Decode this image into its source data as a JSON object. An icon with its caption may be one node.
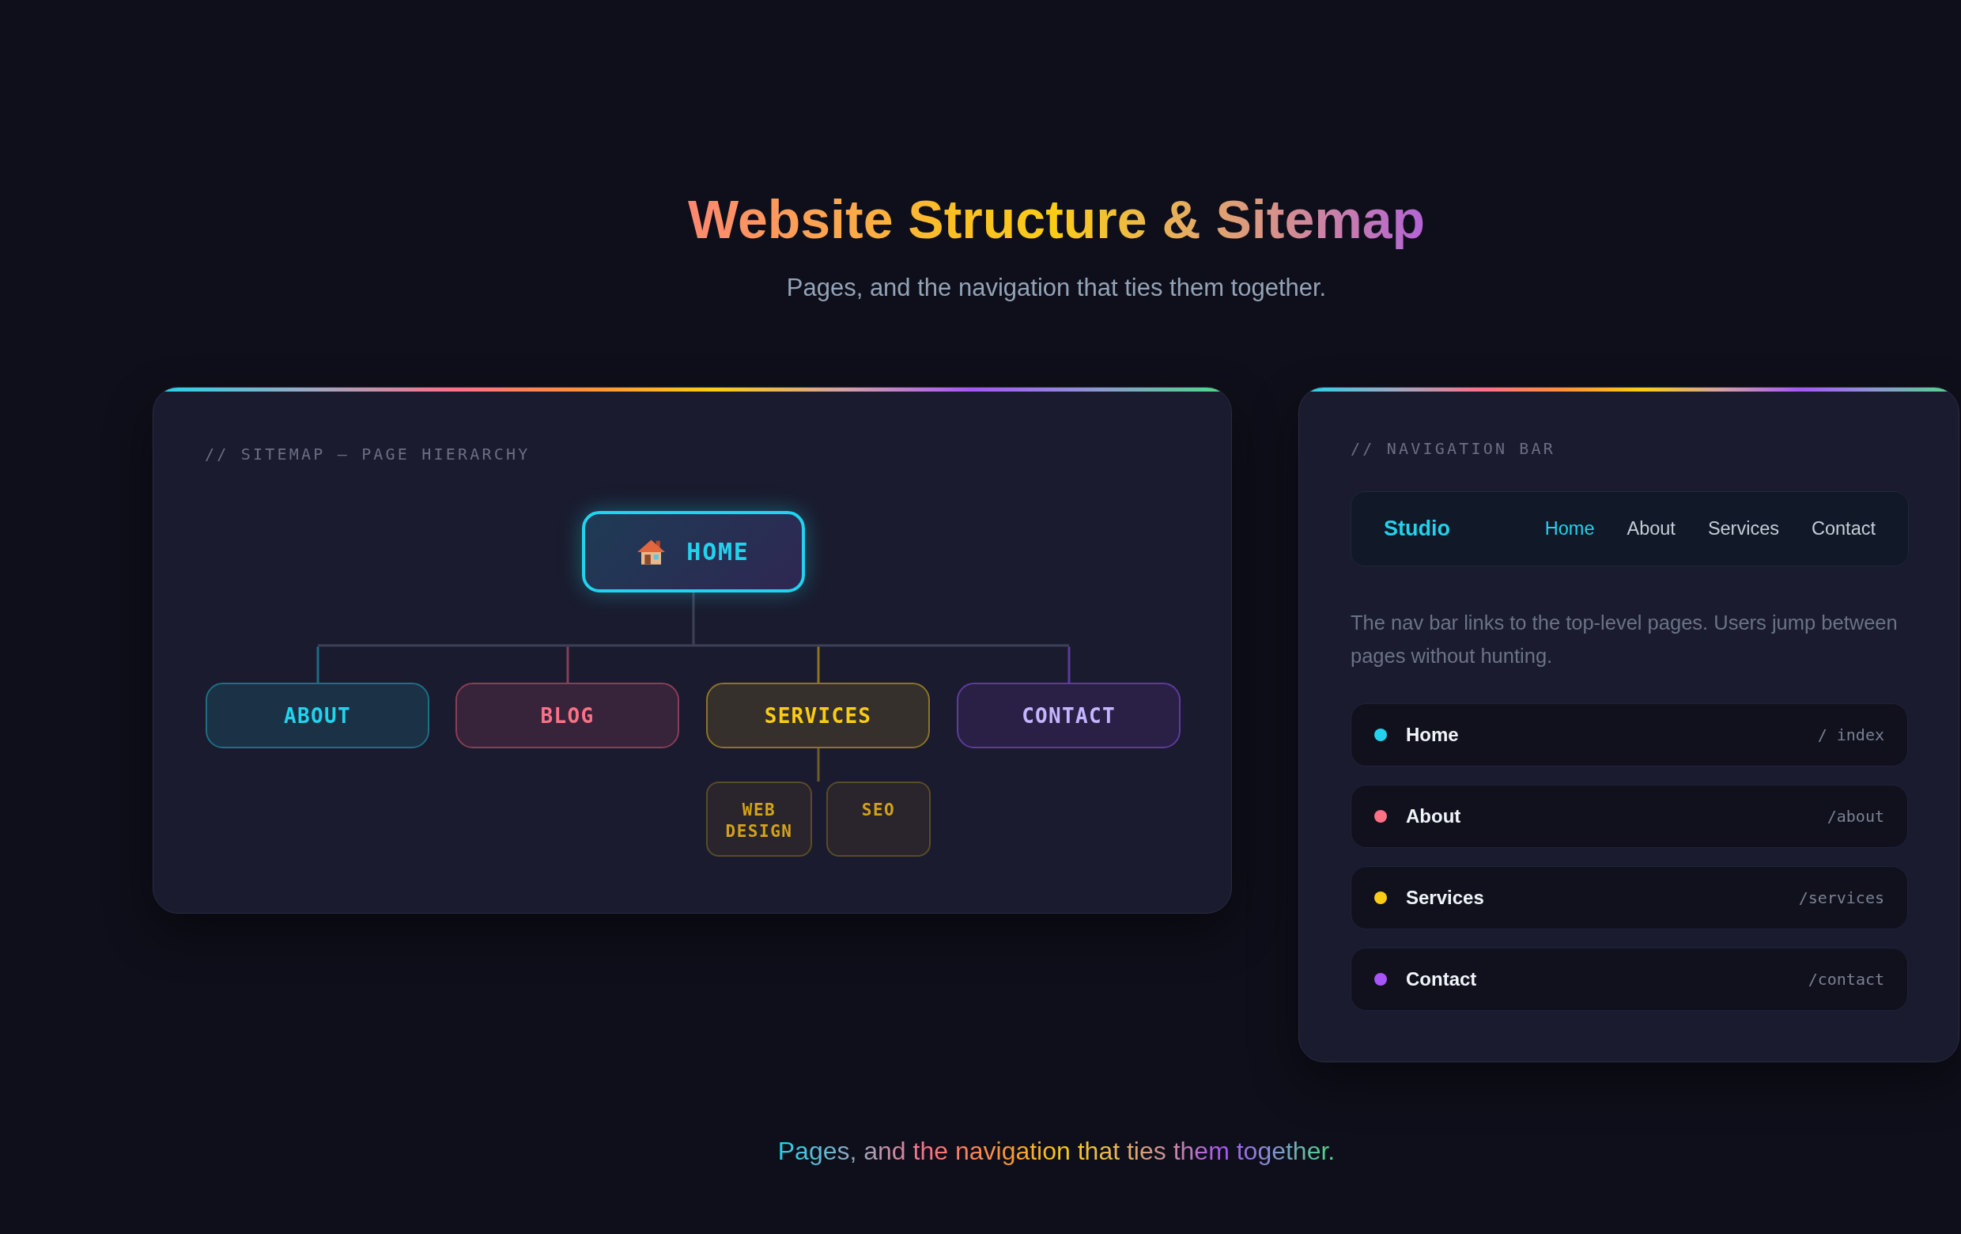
{
  "diagram": {
    "title": "Website Structure & Sitemap",
    "nodes": [
      {
        "text": [
          "// SITEMAP — PAGE HIERARCHY"
        ]
      },
      {
        "text": [
          "HOME"
        ],
        "in": 0
      },
      {
        "text": [
          "ABOUT"
        ],
        "in": 0
      },
      {
        "text": [
          "BLOG"
        ],
        "in": 0
      },
      {
        "text": [
          "SERVICES"
        ],
        "in": 0
      },
      {
        "text": [
          "CONTACT"
        ],
        "in": 0
      },
      {
        "text": [
          "WEB DESIGN"
        ],
        "in": 0
      },
      {
        "text": [
          "SEO"
        ],
        "in": 0
      },
      {
        "text": [
          "// NAVIGATION BAR",
          "The nav bar links to the top-level pages. Users jump between pages without hunting."
        ]
      },
      {
        "text": [
          "Studio",
          "Home",
          "About",
          "Services",
          "Contact"
        ],
        "in": 8
      },
      {
        "text": [
          "Home",
          "/ index"
        ],
        "in": 8
      },
      {
        "text": [
          "About",
          "/about"
        ],
        "in": 8
      },
      {
        "text": [
          "Services",
          "/services"
        ],
        "in": 8
      },
      {
        "text": [
          "Contact",
          "/contact"
        ],
        "in": 8
      }
    ],
    "edges": [
      {
        "from": 1,
        "to": 2,
        "arrow": "none"
      },
      {
        "from": 1,
        "to": 3,
        "arrow": "none"
      },
      {
        "from": 1,
        "to": 4,
        "arrow": "none"
      },
      {
        "from": 1,
        "to": 5,
        "arrow": "none"
      },
      {
        "from": 4,
        "to": 6,
        "arrow": "none",
        "color": "#6f5d22"
      },
      {
        "from": 4,
        "to": 7,
        "arrow": "none",
        "color": "#6f5d22"
      }
    ],
    "labels": [
      "Pages, and the navigation that ties them together."
    ],
    "caption": "Pages, and the navigation that ties them together."
  }
}
